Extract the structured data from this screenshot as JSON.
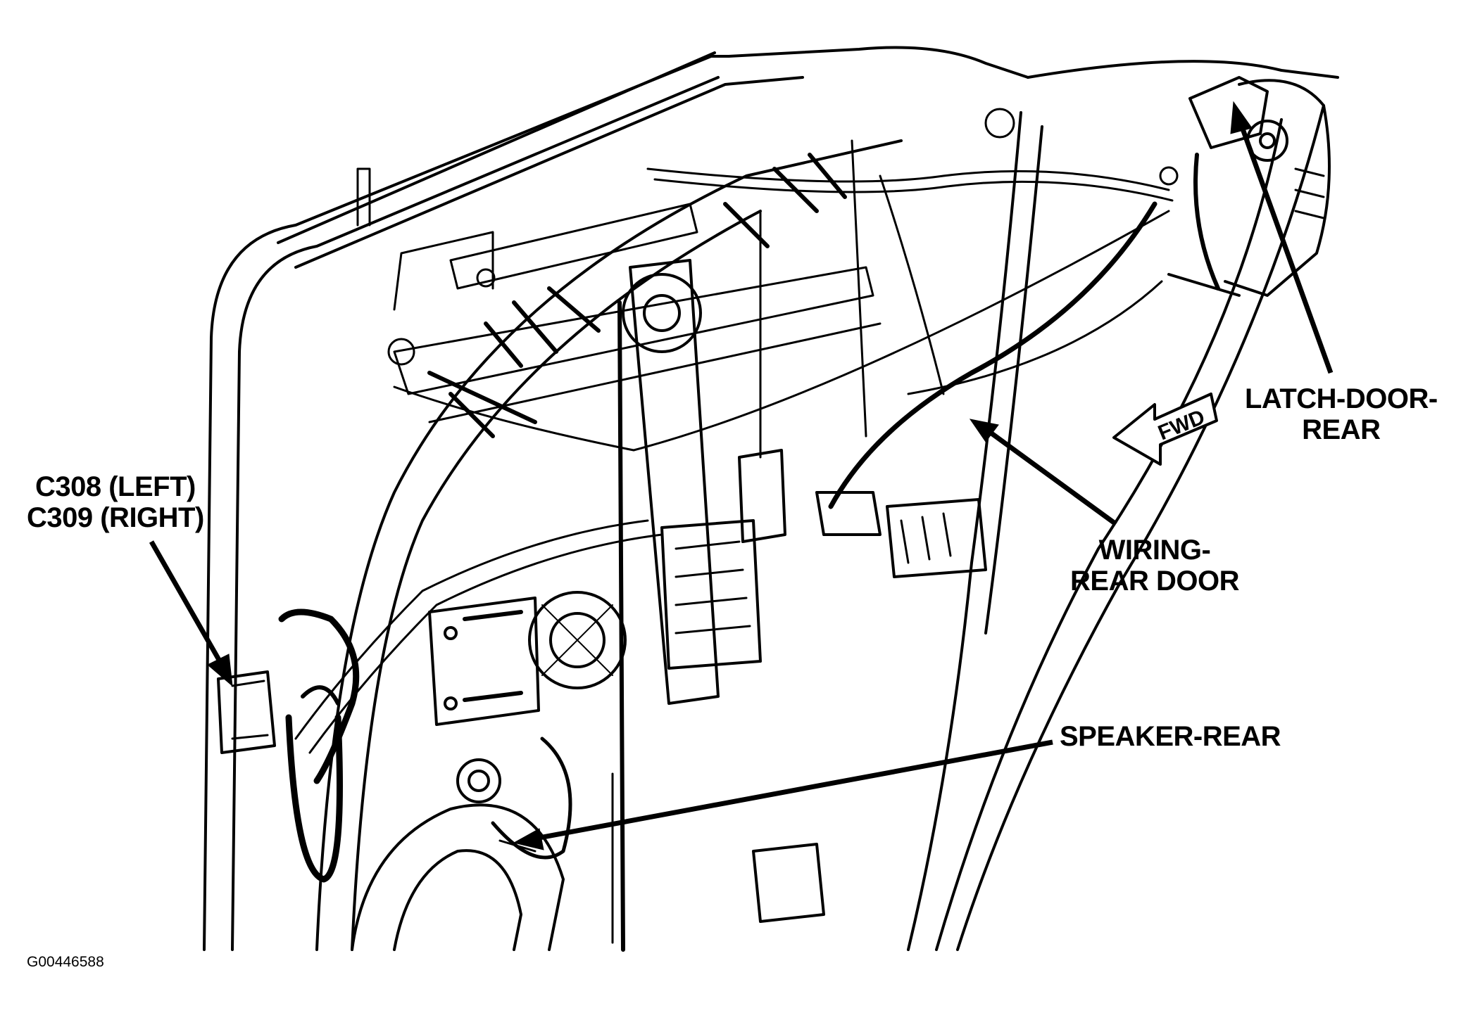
{
  "callouts": {
    "connector": {
      "line1": "C308 (LEFT)",
      "line2": "C309 (RIGHT)"
    },
    "latch": {
      "line1": "LATCH-DOOR-",
      "line2": "REAR"
    },
    "wiring": {
      "line1": "WIRING-",
      "line2": "REAR DOOR"
    },
    "speaker": {
      "line1": "SPEAKER-REAR"
    }
  },
  "fwd_indicator": "FWD",
  "figure_id": "G00446588",
  "colors": {
    "line": "#000000",
    "background": "#ffffff"
  }
}
